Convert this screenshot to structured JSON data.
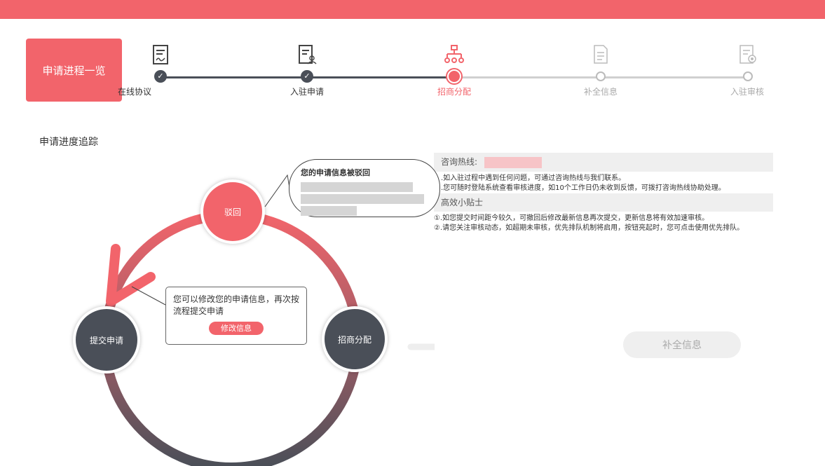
{
  "header": {
    "accent_color": "#f2646b"
  },
  "overview_button": {
    "label": "申请进程一览"
  },
  "steps": [
    {
      "label": "在线协议",
      "icon": "contract-icon",
      "status": "done"
    },
    {
      "label": "入驻申请",
      "icon": "application-form-icon",
      "status": "done"
    },
    {
      "label": "招商分配",
      "icon": "org-chart-icon",
      "status": "current"
    },
    {
      "label": "补全信息",
      "icon": "document-icon",
      "status": "pending"
    },
    {
      "label": "入驻审核",
      "icon": "review-icon",
      "status": "pending"
    }
  ],
  "tracking": {
    "title": "申请进度追踪"
  },
  "info_panel": {
    "hotline_label": "咨询热线:",
    "hotline_lines": [
      ".如入驻过程中遇到任何问题，可通过咨询热线与我们联系。",
      ".您可随时登陆系统查看审核进度，如10个工作日仍未收到反馈，可拨打咨询热线协助处理。"
    ],
    "tips_title": "高效小贴士",
    "tips": [
      "①.如您提交时间距今较久，可撤回后修改最新信息再次提交，更新信息将有效加速审核。",
      "②.请您关注审核动态，如超期未审核，优先排队机制将启用，按钮亮起时，您可点击使用优先排队。"
    ]
  },
  "cycle": {
    "rejected_node": "驳回",
    "submit_node": "提交申请",
    "assign_node": "招商分配"
  },
  "rejected_bubble": {
    "title": "您的申请信息被驳回"
  },
  "tip_box": {
    "text": "您可以修改您的申请信息，再次按流程提交申请",
    "button": "修改信息"
  },
  "next_step_button": {
    "label": "补全信息"
  }
}
